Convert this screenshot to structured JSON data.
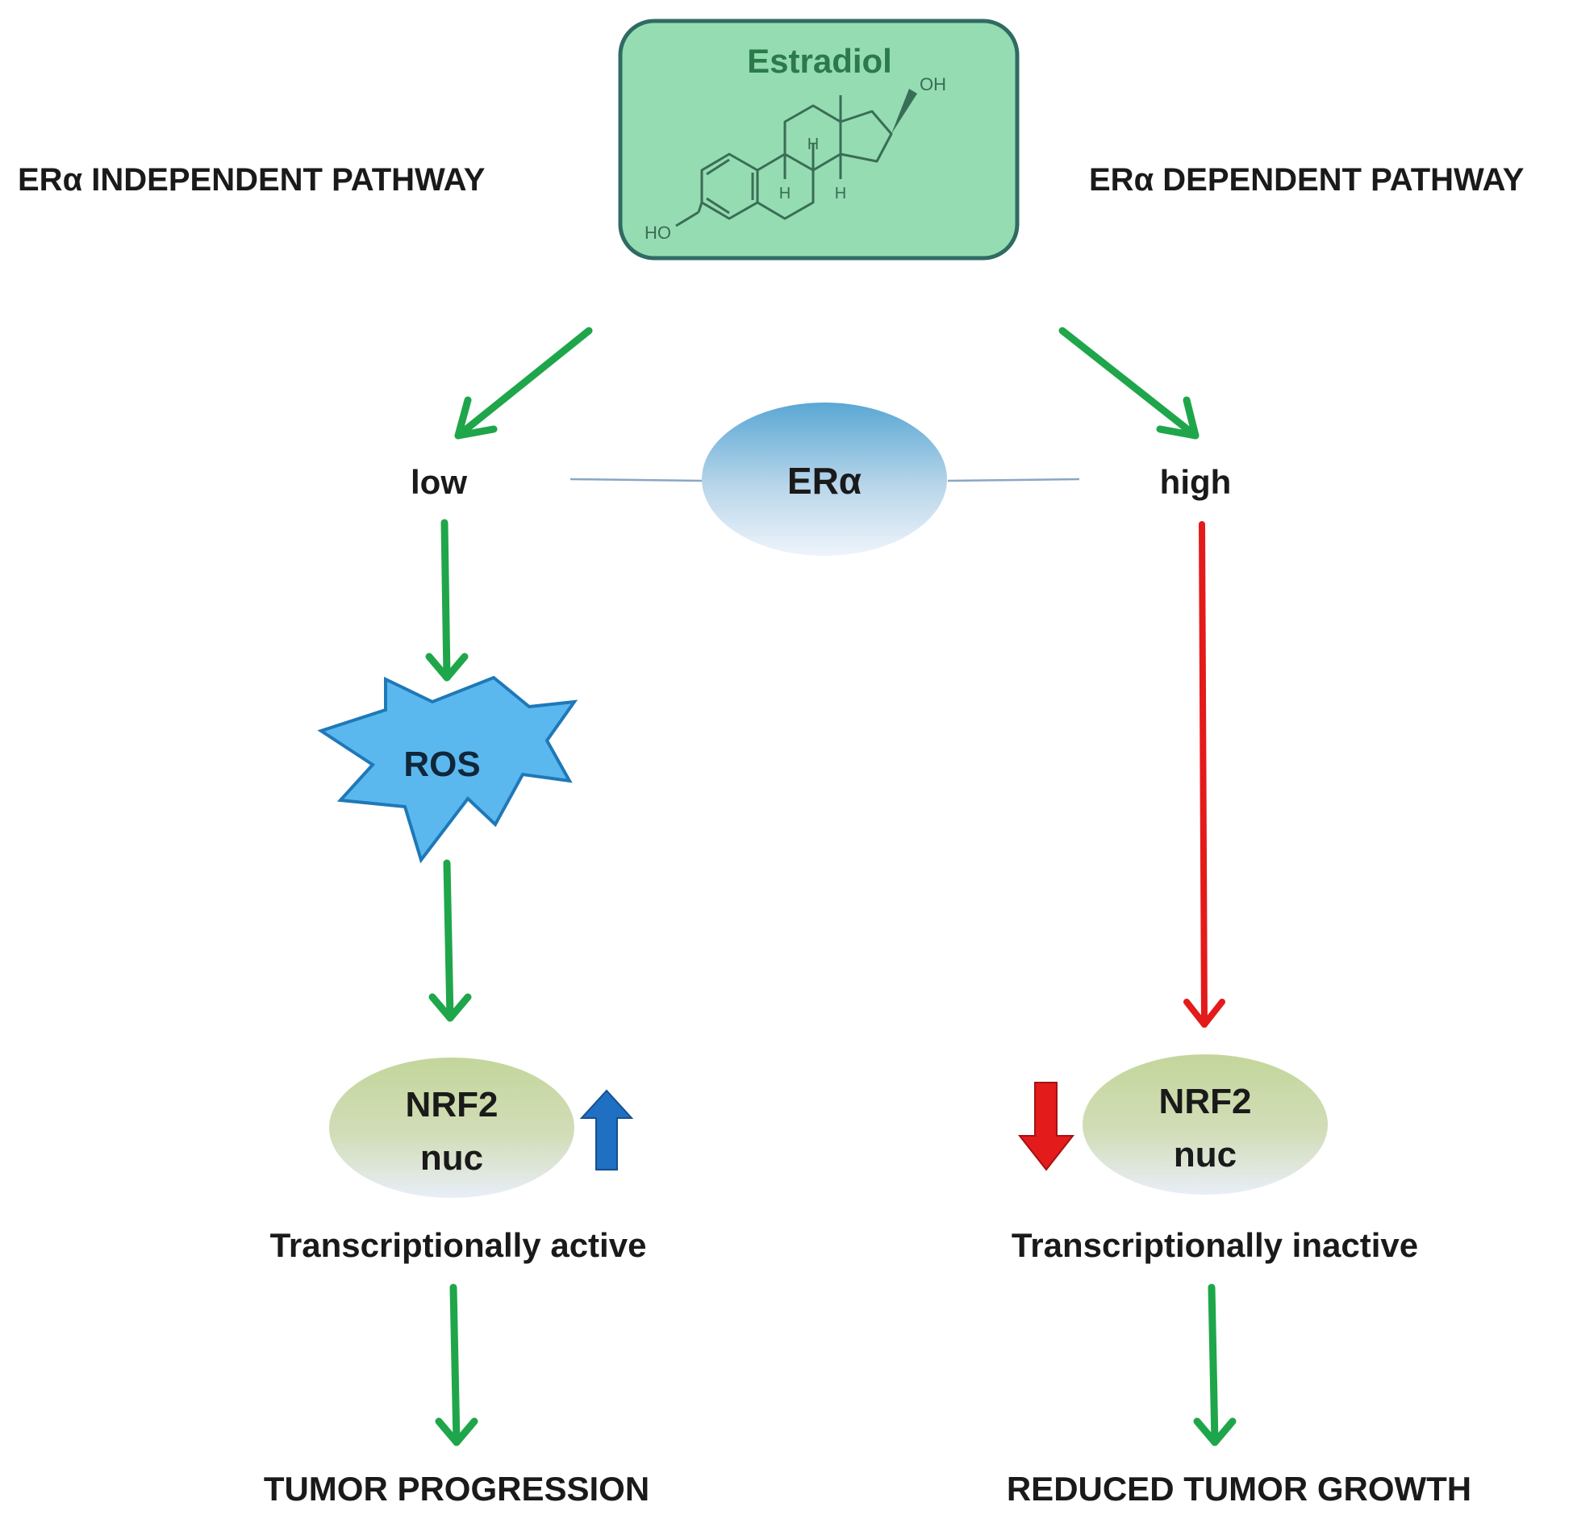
{
  "headers": {
    "left": "ERα INDEPENDENT PATHWAY",
    "right": "ERα DEPENDENT PATHWAY"
  },
  "estradiol": {
    "title": "Estradiol",
    "oh_label": "OH",
    "ho_label": "HO",
    "h_label": "H"
  },
  "receptor": {
    "label": "ERα",
    "low": "low",
    "high": "high"
  },
  "left_branch": {
    "ros": "ROS",
    "nrf2": "NRF2",
    "nuc": "nuc",
    "status": "Transcriptionally active",
    "outcome": "TUMOR PROGRESSION"
  },
  "right_branch": {
    "nrf2": "NRF2",
    "nuc": "nuc",
    "status": "Transcriptionally inactive",
    "outcome": "REDUCED TUMOR GROWTH"
  },
  "colors": {
    "green_arrow": "#1fa64a",
    "red_arrow": "#e31b1b",
    "blue_arrow": "#1f6fc2",
    "box_fill": "#95dcb2",
    "box_stroke": "#2f6b63",
    "ros_fill": "#5bb8ee"
  }
}
